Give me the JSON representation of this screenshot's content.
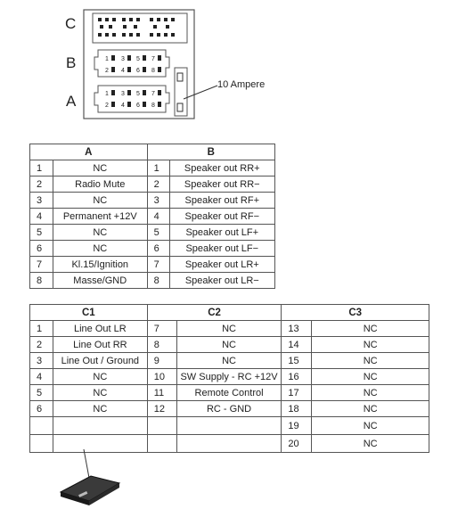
{
  "connector": {
    "labels": {
      "c": "C",
      "b": "B",
      "a": "A"
    },
    "b_pins": [
      "1",
      "3",
      "5",
      "7",
      "2",
      "4",
      "6",
      "8"
    ],
    "a_pins": [
      "1",
      "3",
      "5",
      "7",
      "2",
      "4",
      "6",
      "8"
    ],
    "fuse_label": "10 Ampere"
  },
  "table_ab": {
    "header_a": "A",
    "header_b": "B",
    "rows": [
      {
        "a_num": "1",
        "a_val": "NC",
        "b_num": "1",
        "b_val": "Speaker out RR+"
      },
      {
        "a_num": "2",
        "a_val": "Radio Mute",
        "b_num": "2",
        "b_val": "Speaker out RR−"
      },
      {
        "a_num": "3",
        "a_val": "NC",
        "b_num": "3",
        "b_val": "Speaker out RF+"
      },
      {
        "a_num": "4",
        "a_val": "Permanent +12V",
        "b_num": "4",
        "b_val": "Speaker out RF−"
      },
      {
        "a_num": "5",
        "a_val": "NC",
        "b_num": "5",
        "b_val": "Speaker out LF+"
      },
      {
        "a_num": "6",
        "a_val": "NC",
        "b_num": "6",
        "b_val": "Speaker out LF−"
      },
      {
        "a_num": "7",
        "a_val": "Kl.15/Ignition",
        "b_num": "7",
        "b_val": "Speaker out LR+"
      },
      {
        "a_num": "8",
        "a_val": "Masse/GND",
        "b_num": "8",
        "b_val": "Speaker out LR−"
      }
    ]
  },
  "table_c": {
    "header_c1": "C1",
    "header_c2": "C2",
    "header_c3": "C3",
    "rows": [
      {
        "c1_num": "1",
        "c1_val": "Line Out LR",
        "c2_num": "7",
        "c2_val": "NC",
        "c3_num": "13",
        "c3_val": "NC"
      },
      {
        "c1_num": "2",
        "c1_val": "Line Out RR",
        "c2_num": "8",
        "c2_val": "NC",
        "c3_num": "14",
        "c3_val": "NC"
      },
      {
        "c1_num": "3",
        "c1_val": "Line Out / Ground",
        "c2_num": "9",
        "c2_val": "NC",
        "c3_num": "15",
        "c3_val": "NC"
      },
      {
        "c1_num": "4",
        "c1_val": "NC",
        "c2_num": "10",
        "c2_val": "SW Supply - RC +12V",
        "c3_num": "16",
        "c3_val": "NC"
      },
      {
        "c1_num": "5",
        "c1_val": "NC",
        "c2_num": "11",
        "c2_val": "Remote Control",
        "c3_num": "17",
        "c3_val": "NC"
      },
      {
        "c1_num": "6",
        "c1_val": "NC",
        "c2_num": "12",
        "c2_val": "RC - GND",
        "c3_num": "18",
        "c3_val": "NC"
      },
      {
        "c1_num": "",
        "c1_val": "",
        "c2_num": "",
        "c2_val": "",
        "c3_num": "19",
        "c3_val": "NC"
      },
      {
        "c1_num": "",
        "c1_val": "",
        "c2_num": "",
        "c2_val": "",
        "c3_num": "20",
        "c3_val": "NC"
      }
    ]
  }
}
